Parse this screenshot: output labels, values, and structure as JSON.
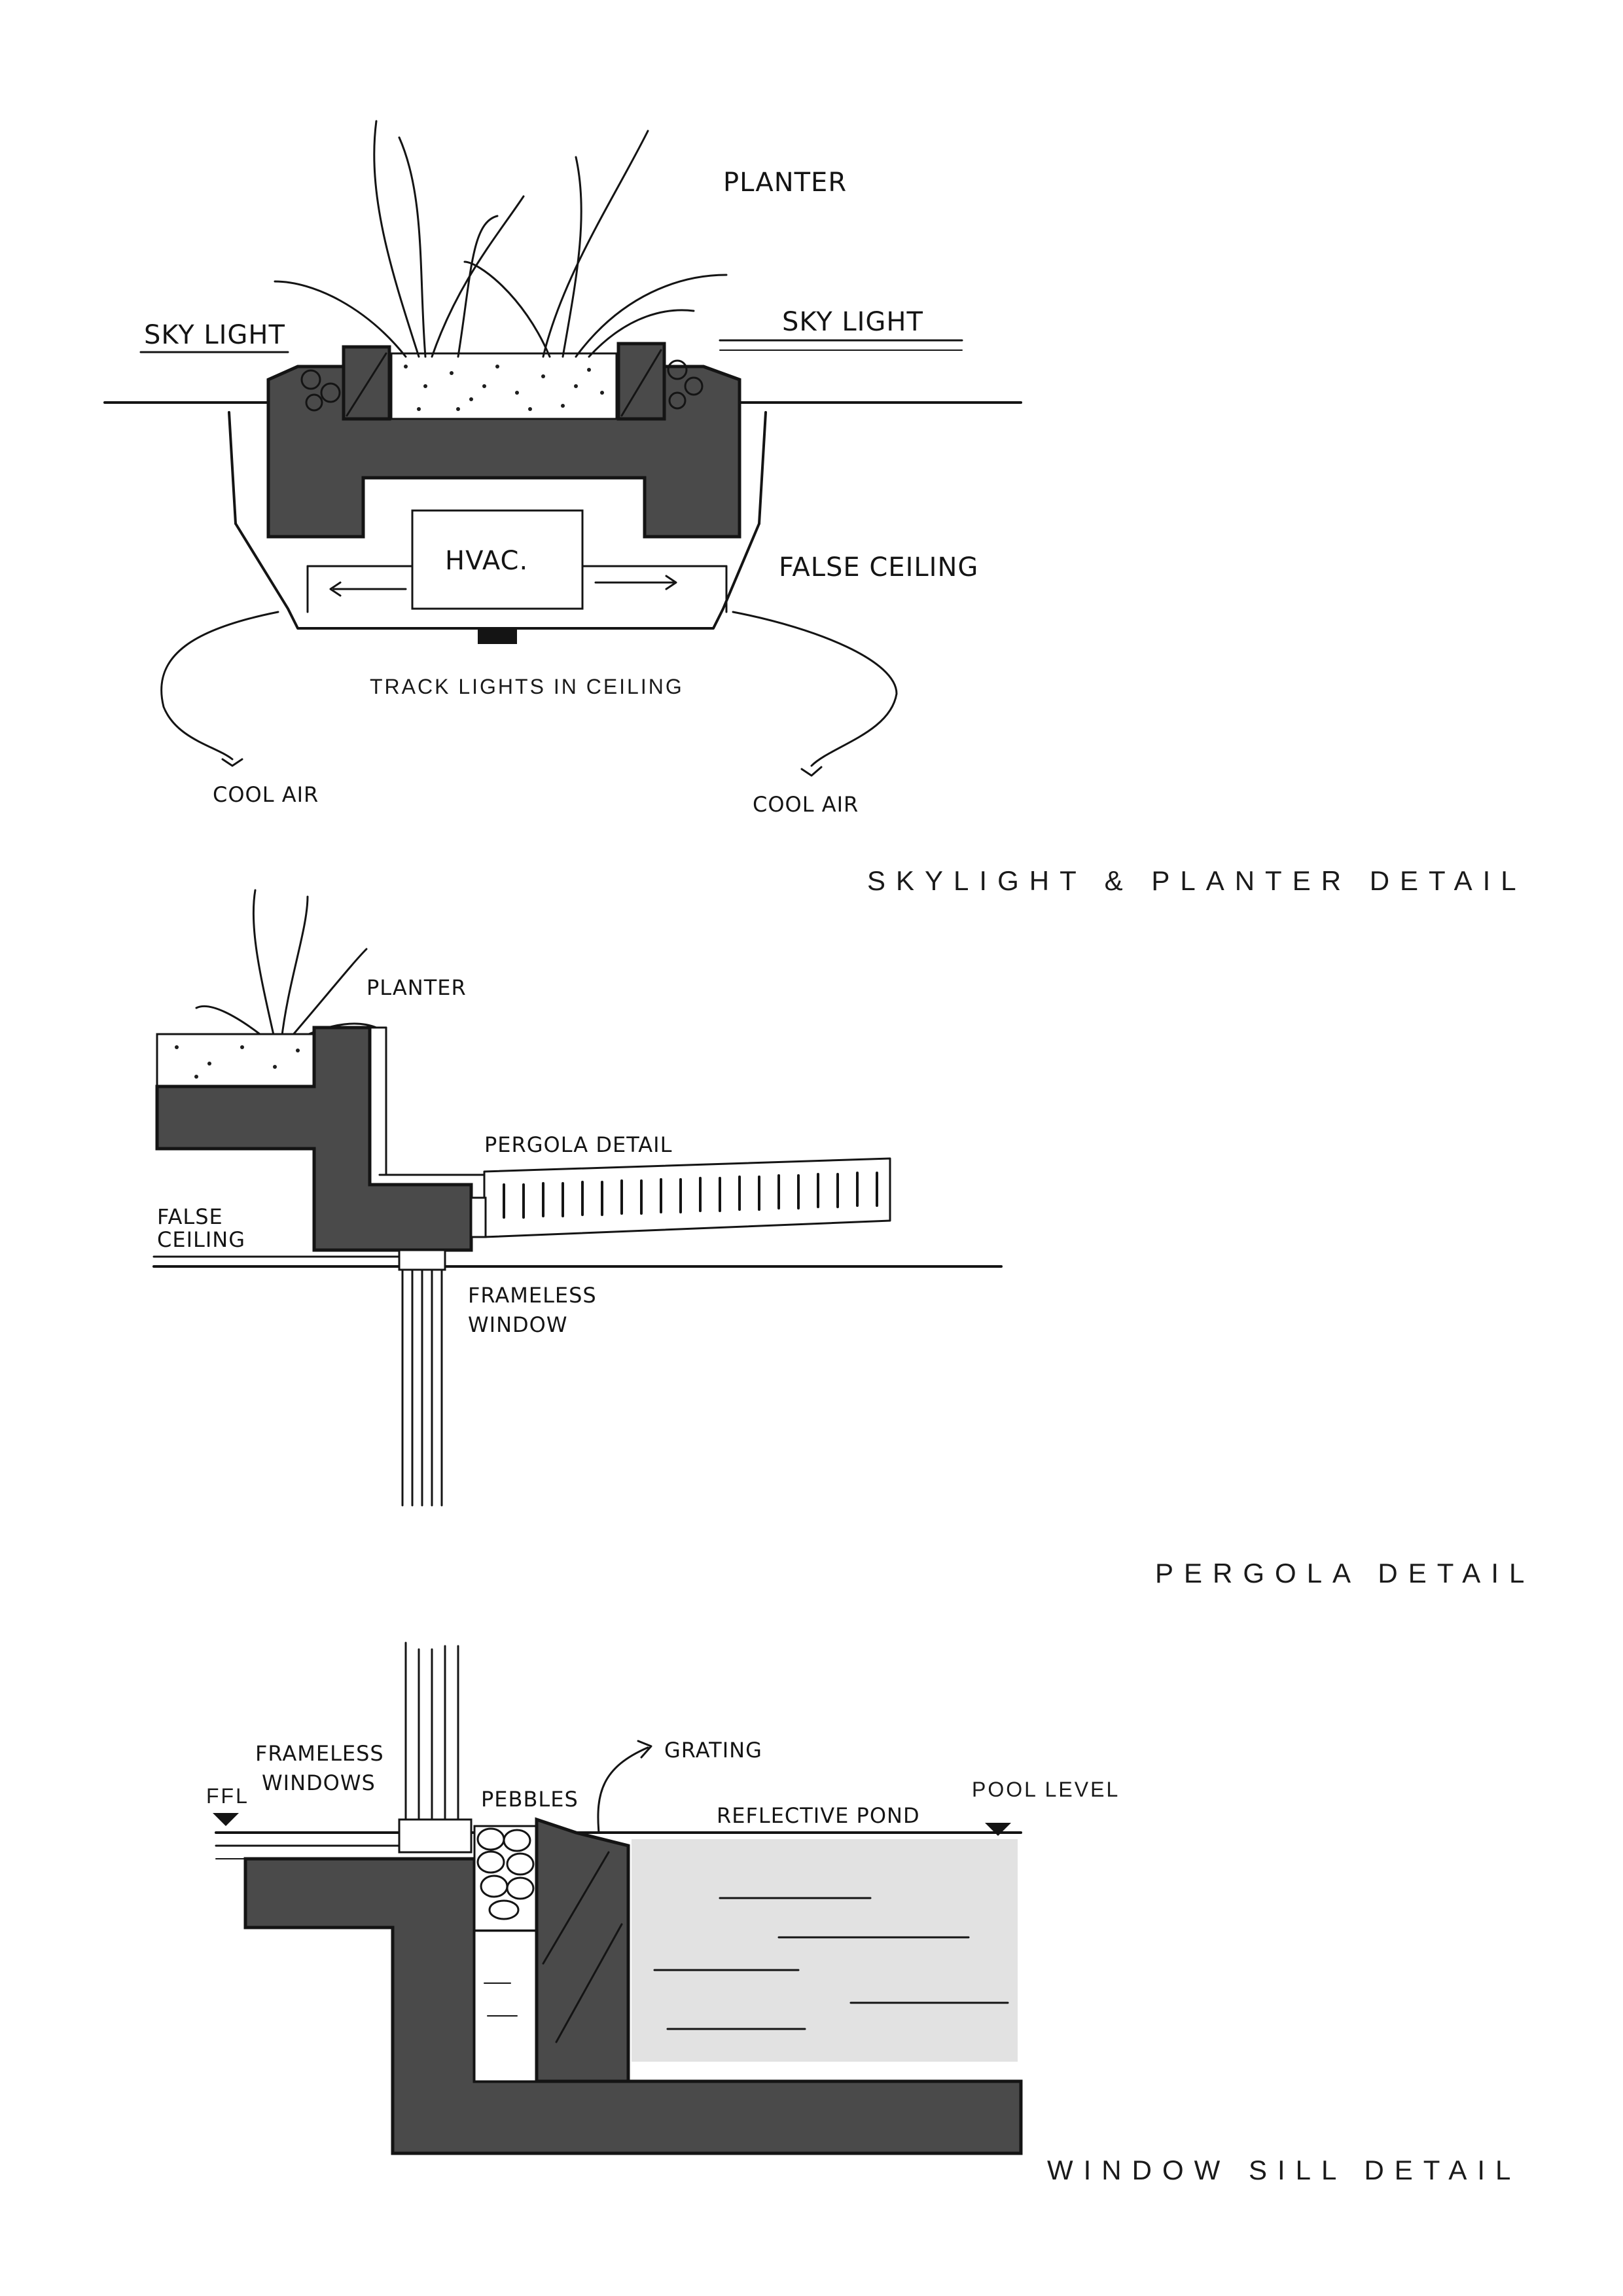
{
  "skylight_detail": {
    "title": "SKYLIGHT & PLANTER DETAIL",
    "labels": {
      "planter": "PLANTER",
      "sky_light_left": "SKY LIGHT",
      "sky_light_right": "SKY LIGHT",
      "hvac": "HVAC.",
      "false_ceiling": "FALSE CEILING",
      "track_lights": "TRACK LIGHTS IN CEILING",
      "cool_air_left": "COOL AIR",
      "cool_air_right": "COOL AIR"
    }
  },
  "pergola_detail": {
    "title": "PERGOLA DETAIL",
    "labels": {
      "planter": "PLANTER",
      "pergola": "PERGOLA DETAIL",
      "false_ceiling_1": "FALSE",
      "false_ceiling_2": "CEILING",
      "frameless_window_1": "FRAMELESS",
      "frameless_window_2": "WINDOW"
    }
  },
  "window_sill_detail": {
    "title": "WINDOW SILL DETAIL",
    "labels": {
      "frameless_windows_1": "FRAMELESS",
      "frameless_windows_2": "WINDOWS",
      "ffl": "FFL",
      "pebbles": "PEBBLES",
      "grating": "GRATING",
      "reflective_pond": "REFLECTIVE POND",
      "pool_level": "POOL LEVEL"
    }
  },
  "colors": {
    "ink": "#141414",
    "concrete": "#4a4a4a",
    "water": "#e2e2e2",
    "paper": "#ffffff"
  }
}
